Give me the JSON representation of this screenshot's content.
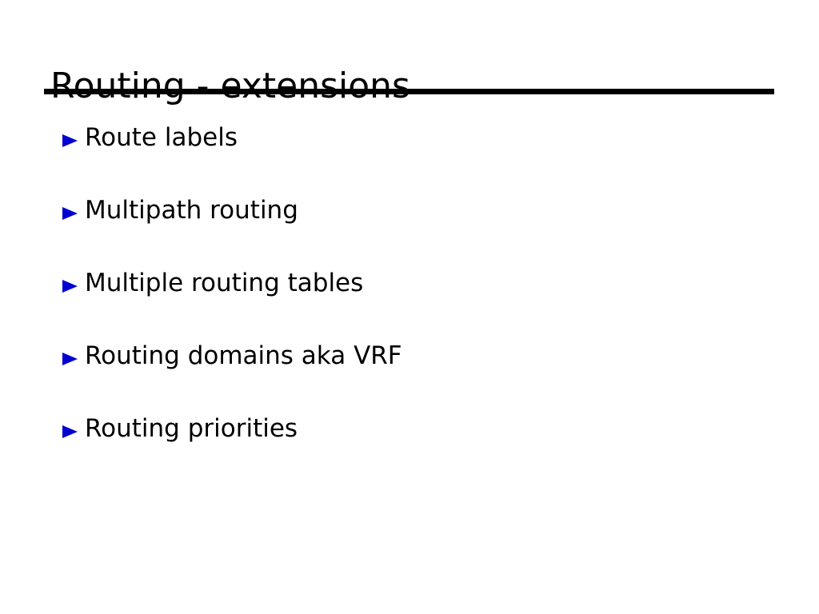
{
  "slide": {
    "title": "Routing - extensions",
    "background_color": "#ffffff",
    "title_color": "#000000",
    "rule_color": "#000000",
    "bullet_color": "#0000d0",
    "bullet_icon": "blue-triangle-right-icon",
    "bullets": [
      {
        "label": "Route labels"
      },
      {
        "label": "Multipath routing"
      },
      {
        "label": "Multiple routing tables"
      },
      {
        "label": "Routing domains aka VRF"
      },
      {
        "label": "Routing priorities"
      }
    ]
  }
}
